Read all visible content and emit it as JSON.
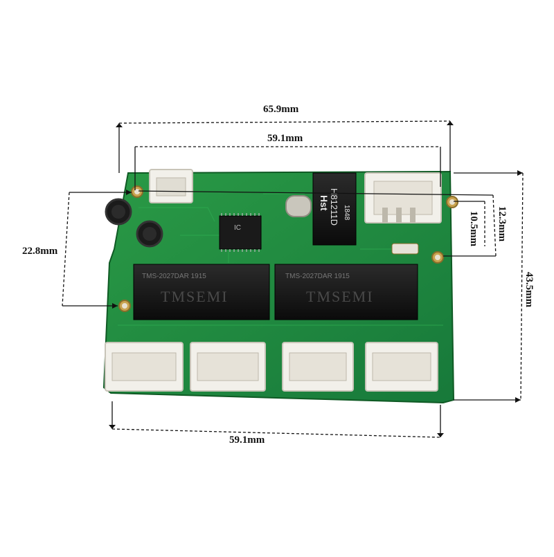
{
  "dimensions": {
    "top_overall": "65.9mm",
    "top_inner": "59.1mm",
    "bottom": "59.1mm",
    "left_height": "22.8mm",
    "right_total": "43.5mm",
    "right_mid": "12.3mm",
    "right_small": "10.5mm"
  },
  "board": {
    "chip_label": "IC",
    "transformer_top": {
      "brand": "Hst",
      "part": "H81211D",
      "date": "1848"
    },
    "transformer_left": {
      "brand": "TMSEMI",
      "part": "TMS-2027DAR 1915"
    },
    "transformer_right": {
      "brand": "TMSEMI",
      "part": "TMS-2027DAR 1915"
    }
  },
  "colors": {
    "pcb": "#1f8a3a",
    "pcb_dark": "#136b2a",
    "connector": "#f2f0ea",
    "chip": "#1a1a1a"
  }
}
